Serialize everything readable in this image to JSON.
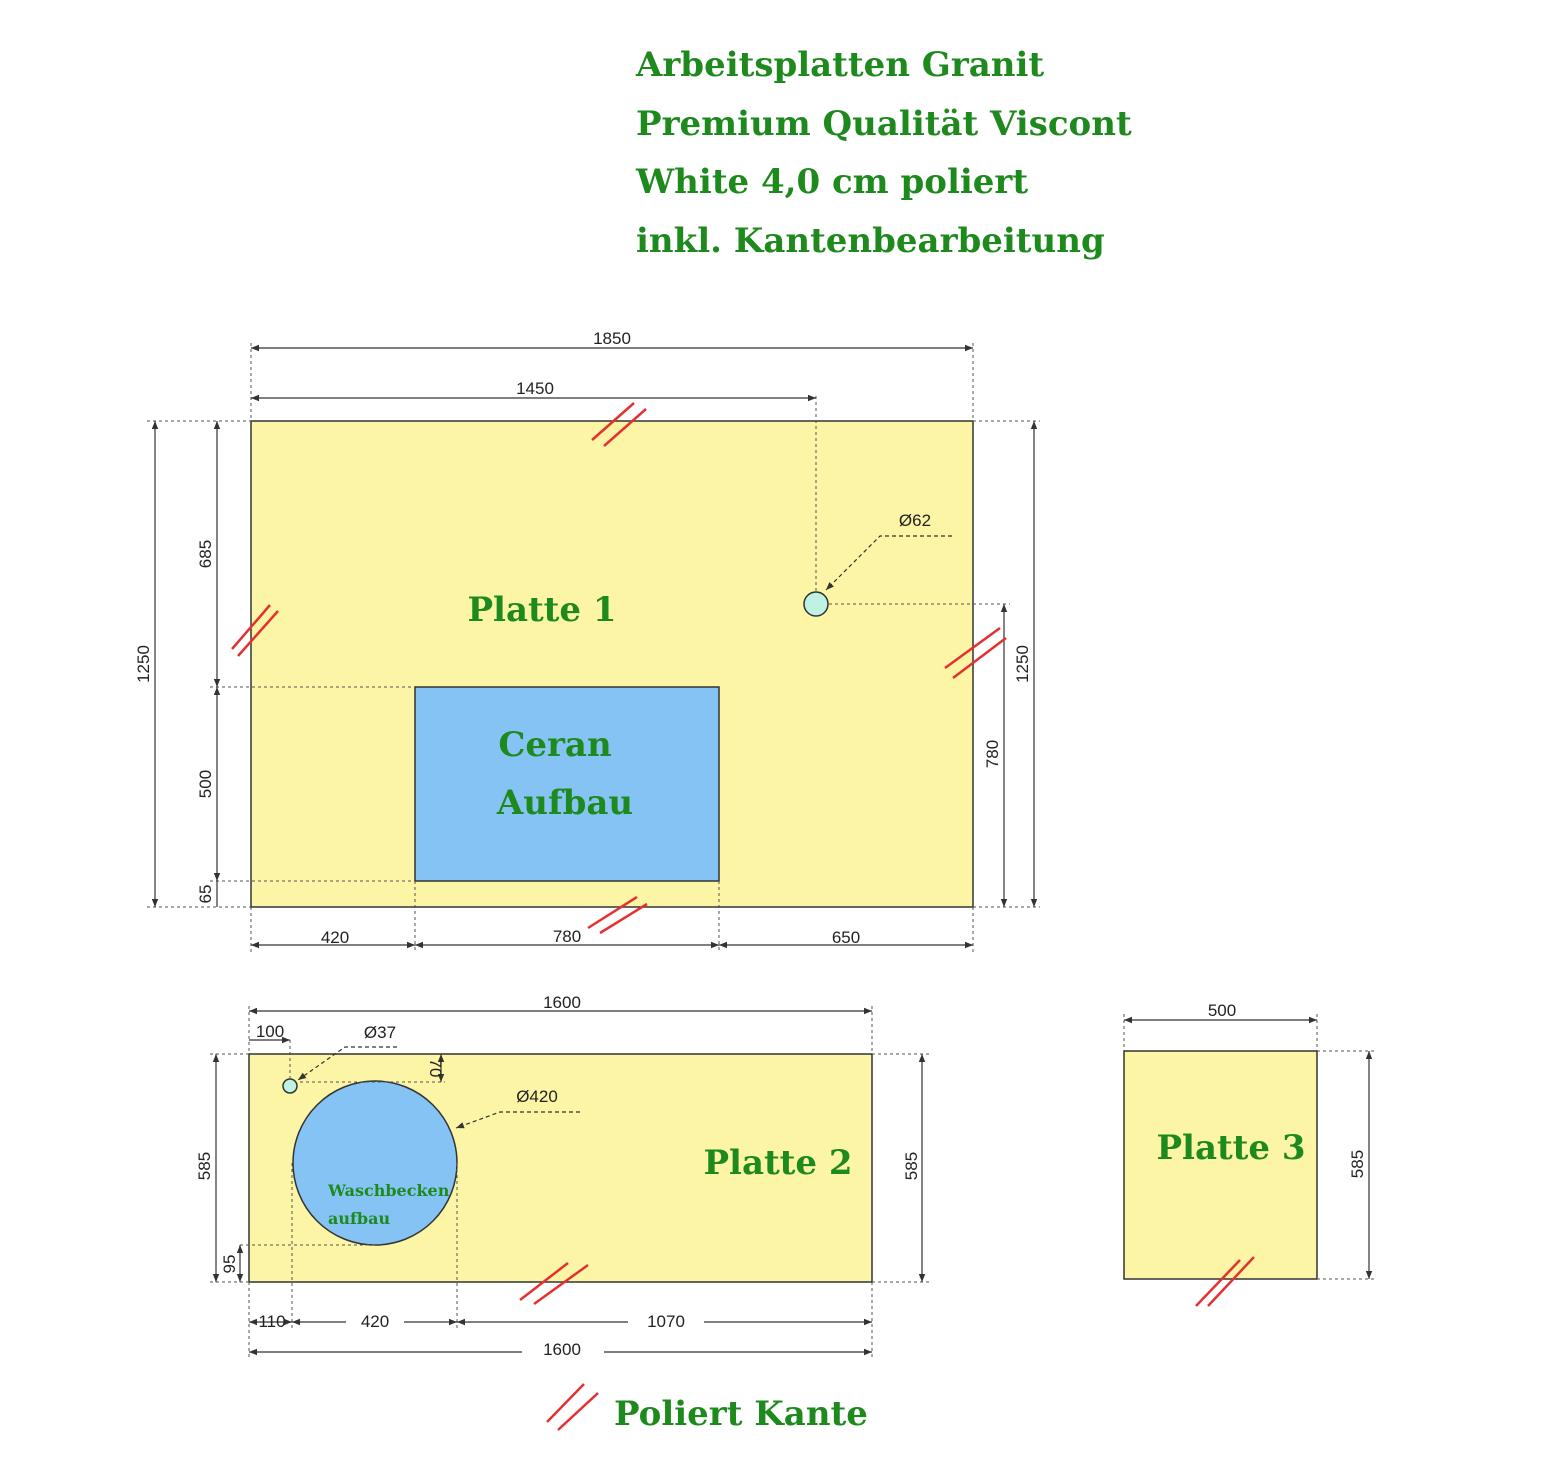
{
  "header": {
    "lines": [
      "Arbeitsplatten Granit",
      "Premium Qualität Viscont",
      "White 4,0 cm poliert",
      "inkl. Kantenbearbeitung"
    ]
  },
  "colors": {
    "slab": "#fbf5a5",
    "cutout": "#86c3f5",
    "label": "#1e8a1e",
    "polished_mark": "#e53030",
    "line": "#333333"
  },
  "plate1": {
    "label": "Platte 1",
    "cutout_line1": "Ceran",
    "cutout_line2": "Aufbau",
    "dims": {
      "total_width": "1850",
      "hole_offset": "1450",
      "hole_diameter": "Ø62",
      "height_left": "1250",
      "height_right": "1250",
      "top_to_cutout": "685",
      "cutout_height": "500",
      "cutout_bottom": "65",
      "hole_height": "780",
      "left_offset": "420",
      "cutout_width": "780",
      "right_offset": "650"
    }
  },
  "plate2": {
    "label": "Platte 2",
    "sink_line1": "Waschbecken",
    "sink_line2": "aufbau",
    "dims": {
      "total_width_top": "1600",
      "hole_offset": "100",
      "hole_diameter": "Ø37",
      "hole_depth": "70",
      "sink_diameter": "Ø420",
      "height_left": "585",
      "height_right": "585",
      "sink_bottom": "95",
      "left_offset": "110",
      "sink_width": "420",
      "right_offset": "1070",
      "total_width_bottom": "1600"
    }
  },
  "plate3": {
    "label": "Platte 3",
    "dims": {
      "width": "500",
      "height": "585"
    }
  },
  "legend": {
    "label": "Poliert Kante"
  }
}
